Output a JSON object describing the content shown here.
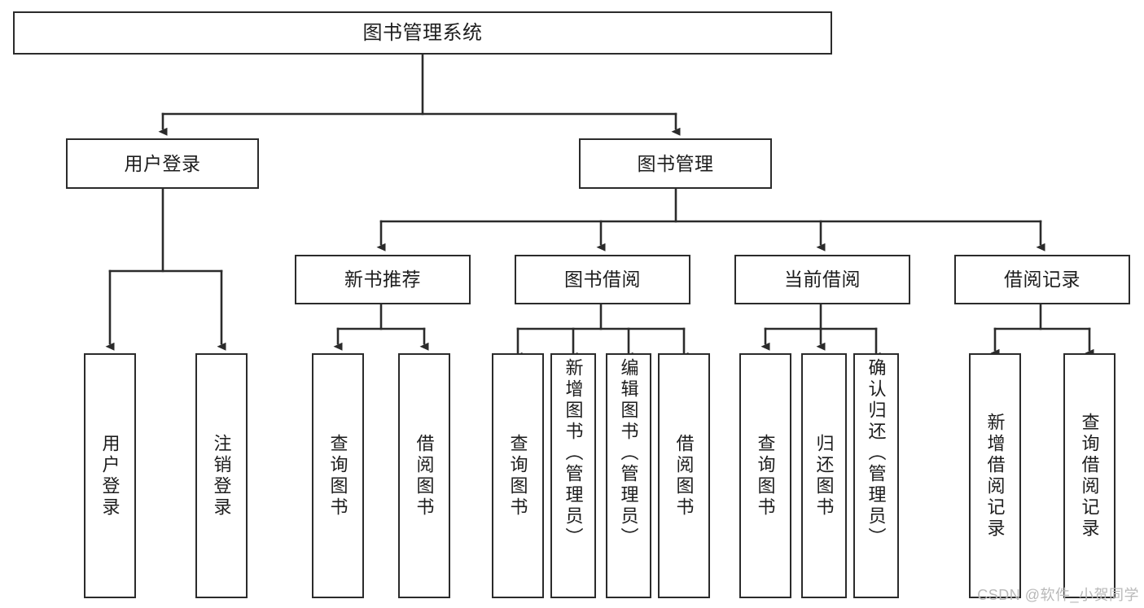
{
  "diagram": {
    "title": "图书管理系统",
    "type": "tree-hierarchy-diagram",
    "watermark": "CSDN @软件_小贺同学",
    "colors": {
      "background": "#ffffff",
      "box_border": "#2b2b2b",
      "box_fill": "#ffffff",
      "text": "#1d1d1d",
      "connector": "#2b2b2b",
      "watermark": "#b9b9b9"
    },
    "root": {
      "label": "图书管理系统"
    },
    "level2": [
      {
        "label": "用户登录"
      },
      {
        "label": "图书管理"
      }
    ],
    "level3": [
      {
        "label": "新书推荐"
      },
      {
        "label": "图书借阅"
      },
      {
        "label": "当前借阅"
      },
      {
        "label": "借阅记录"
      }
    ],
    "leaves": {
      "user_login": [
        {
          "label": "用户登录"
        },
        {
          "label": "注销登录"
        }
      ],
      "new_book_recommend": [
        {
          "label": "查询图书"
        },
        {
          "label": "借阅图书"
        }
      ],
      "book_borrow": [
        {
          "label": "查询图书"
        },
        {
          "label": "新增图书（管理员）"
        },
        {
          "label": "编辑图书（管理员）"
        },
        {
          "label": "借阅图书"
        }
      ],
      "current_borrow": [
        {
          "label": "查询图书"
        },
        {
          "label": "归还图书"
        },
        {
          "label": "确认归还（管理员）"
        }
      ],
      "borrow_record": [
        {
          "label": "新增借阅记录"
        },
        {
          "label": "查询借阅记录"
        }
      ]
    }
  }
}
